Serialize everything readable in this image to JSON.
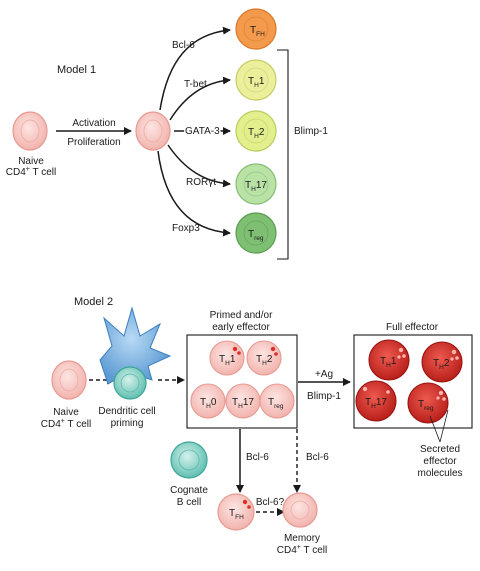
{
  "model1": {
    "title": "Model 1",
    "naive_label_line1": "Naive",
    "naive_label_line2": "CD4",
    "naive_label_sup": "+",
    "naive_label_line2_rest": " T cell",
    "activation_label": "Activation",
    "proliferation_label": "Proliferation",
    "branches": [
      {
        "factor": "Bcl-6",
        "cell_main": "T",
        "cell_sub": "FH",
        "cell_suffix": "",
        "color": "#f39a4c"
      },
      {
        "factor": "T-bet",
        "cell_main": "T",
        "cell_sub": "H",
        "cell_suffix": "1",
        "color": "#ecef9a"
      },
      {
        "factor": "GATA-3",
        "cell_main": "T",
        "cell_sub": "H",
        "cell_suffix": "2",
        "color": "#e2ef8c"
      },
      {
        "factor": "RORγt",
        "cell_main": "T",
        "cell_sub": "H",
        "cell_suffix": "17",
        "color": "#b8e2a6"
      },
      {
        "factor": "Foxp3",
        "cell_main": "T",
        "cell_sub": "reg",
        "cell_suffix": "",
        "color": "#7fbf74"
      }
    ],
    "bracket_label": "Blimp-1"
  },
  "model2": {
    "title": "Model 2",
    "naive_label_line1": "Naive",
    "naive_label_line2": "CD4",
    "naive_label_sup": "+",
    "naive_label_line2_rest": " T cell",
    "dendritic_label_line1": "Dendritic cell",
    "dendritic_label_line2": "priming",
    "primed_box_title_line1": "Primed and/or",
    "primed_box_title_line2": "early effector",
    "primed_cells": [
      {
        "main": "T",
        "sub": "H",
        "suffix": "1"
      },
      {
        "main": "T",
        "sub": "H",
        "suffix": "2"
      },
      {
        "main": "T",
        "sub": "H",
        "suffix": "0"
      },
      {
        "main": "T",
        "sub": "H",
        "suffix": "17"
      },
      {
        "main": "T",
        "sub": "reg",
        "suffix": ""
      }
    ],
    "arrow_ag_label": "+Ag",
    "arrow_blimp_label": "Blimp-1",
    "full_box_title": "Full effector",
    "full_cells": [
      {
        "main": "T",
        "sub": "H",
        "suffix": "1"
      },
      {
        "main": "T",
        "sub": "H",
        "suffix": "2"
      },
      {
        "main": "T",
        "sub": "H",
        "suffix": "17"
      },
      {
        "main": "T",
        "sub": "reg",
        "suffix": ""
      }
    ],
    "secreted_line1": "Secreted",
    "secreted_line2": "effector",
    "secreted_line3": "molecules",
    "bcl6_label_left": "Bcl-6",
    "bcl6_label_right": "Bcl-6",
    "bcl6q_label": "Bcl-6?",
    "cognate_line1": "Cognate",
    "cognate_line2": "B cell",
    "tfh_main": "T",
    "tfh_sub": "FH",
    "memory_line1": "Memory",
    "memory_line2": "CD4",
    "memory_sup": "+",
    "memory_line2_rest": " T cell"
  },
  "colors": {
    "naive_fill": "#f7c9c4",
    "naive_stroke": "#e79a93",
    "effector_red": "#d9312a",
    "dendritic_blue": "#7fb6e3",
    "b_cell_teal": "#7fcfc1"
  }
}
